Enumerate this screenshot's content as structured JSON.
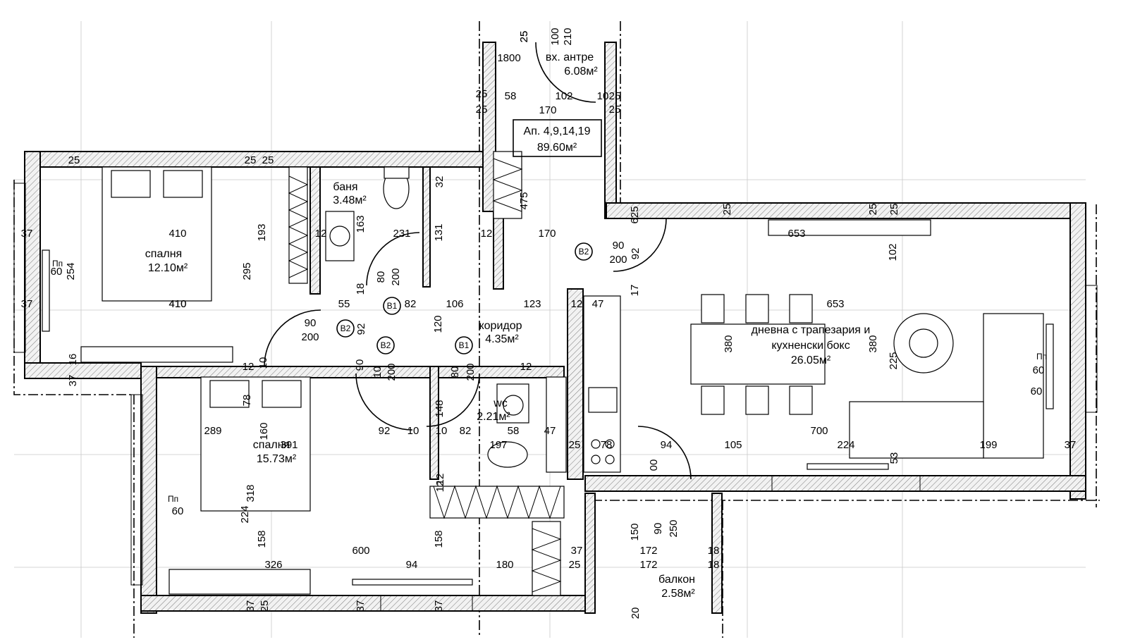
{
  "title_box": {
    "apartment": "Ап. 4,9,14,19",
    "area": "89.60м²"
  },
  "rooms": [
    {
      "id": "entry",
      "name": "вх. антре",
      "area": "6.08м²"
    },
    {
      "id": "bath",
      "name": "баня",
      "area": "3.48м²"
    },
    {
      "id": "bed1",
      "name": "спалня",
      "area": "12.10м²"
    },
    {
      "id": "corr",
      "name": "коридор",
      "area": "4.35м²"
    },
    {
      "id": "living1",
      "name": "дневна с трапезария и",
      "area": ""
    },
    {
      "id": "living2",
      "name": "кухненски бокс",
      "area": "26.05м²"
    },
    {
      "id": "wc",
      "name": "wc",
      "area": "2.21м²"
    },
    {
      "id": "bed2",
      "name": "спалня",
      "area": "15.73м²"
    },
    {
      "id": "balcony",
      "name": "балкон",
      "area": "2.58м²"
    }
  ],
  "door_tags": [
    "B1",
    "B2"
  ],
  "window_tag": "Пп",
  "dimensions": [
    "25",
    "100",
    "210",
    "1800",
    "25",
    "58",
    "102",
    "10",
    "25",
    "25",
    "170",
    "25",
    "25",
    "25",
    "25",
    "25",
    "32",
    "410",
    "193",
    "163",
    "231",
    "131",
    "12",
    "12",
    "475",
    "170",
    "625",
    "25",
    "25",
    "25",
    "653",
    "37",
    "254",
    "60",
    "295",
    "410",
    "410",
    "55",
    "18",
    "82",
    "106",
    "123",
    "12",
    "47",
    "17",
    "653",
    "37",
    "80",
    "200",
    "90",
    "200",
    "92",
    "102",
    "90",
    "200",
    "92",
    "120",
    "380",
    "380",
    "225",
    "60",
    "16",
    "37",
    "12",
    "10",
    "78",
    "289",
    "160",
    "391",
    "90",
    "10",
    "200",
    "80",
    "200",
    "148",
    "12",
    "58",
    "47",
    "92",
    "10",
    "10",
    "82",
    "197",
    "25",
    "78",
    "94",
    "105",
    "700",
    "224",
    "199",
    "37",
    "53",
    "60",
    "00",
    "318",
    "224",
    "60",
    "158",
    "600",
    "158",
    "37",
    "25",
    "150",
    "172",
    "18",
    "90",
    "250",
    "326",
    "94",
    "180",
    "172",
    "18",
    "37",
    "25",
    "37",
    "37",
    "20",
    "12",
    "12"
  ]
}
